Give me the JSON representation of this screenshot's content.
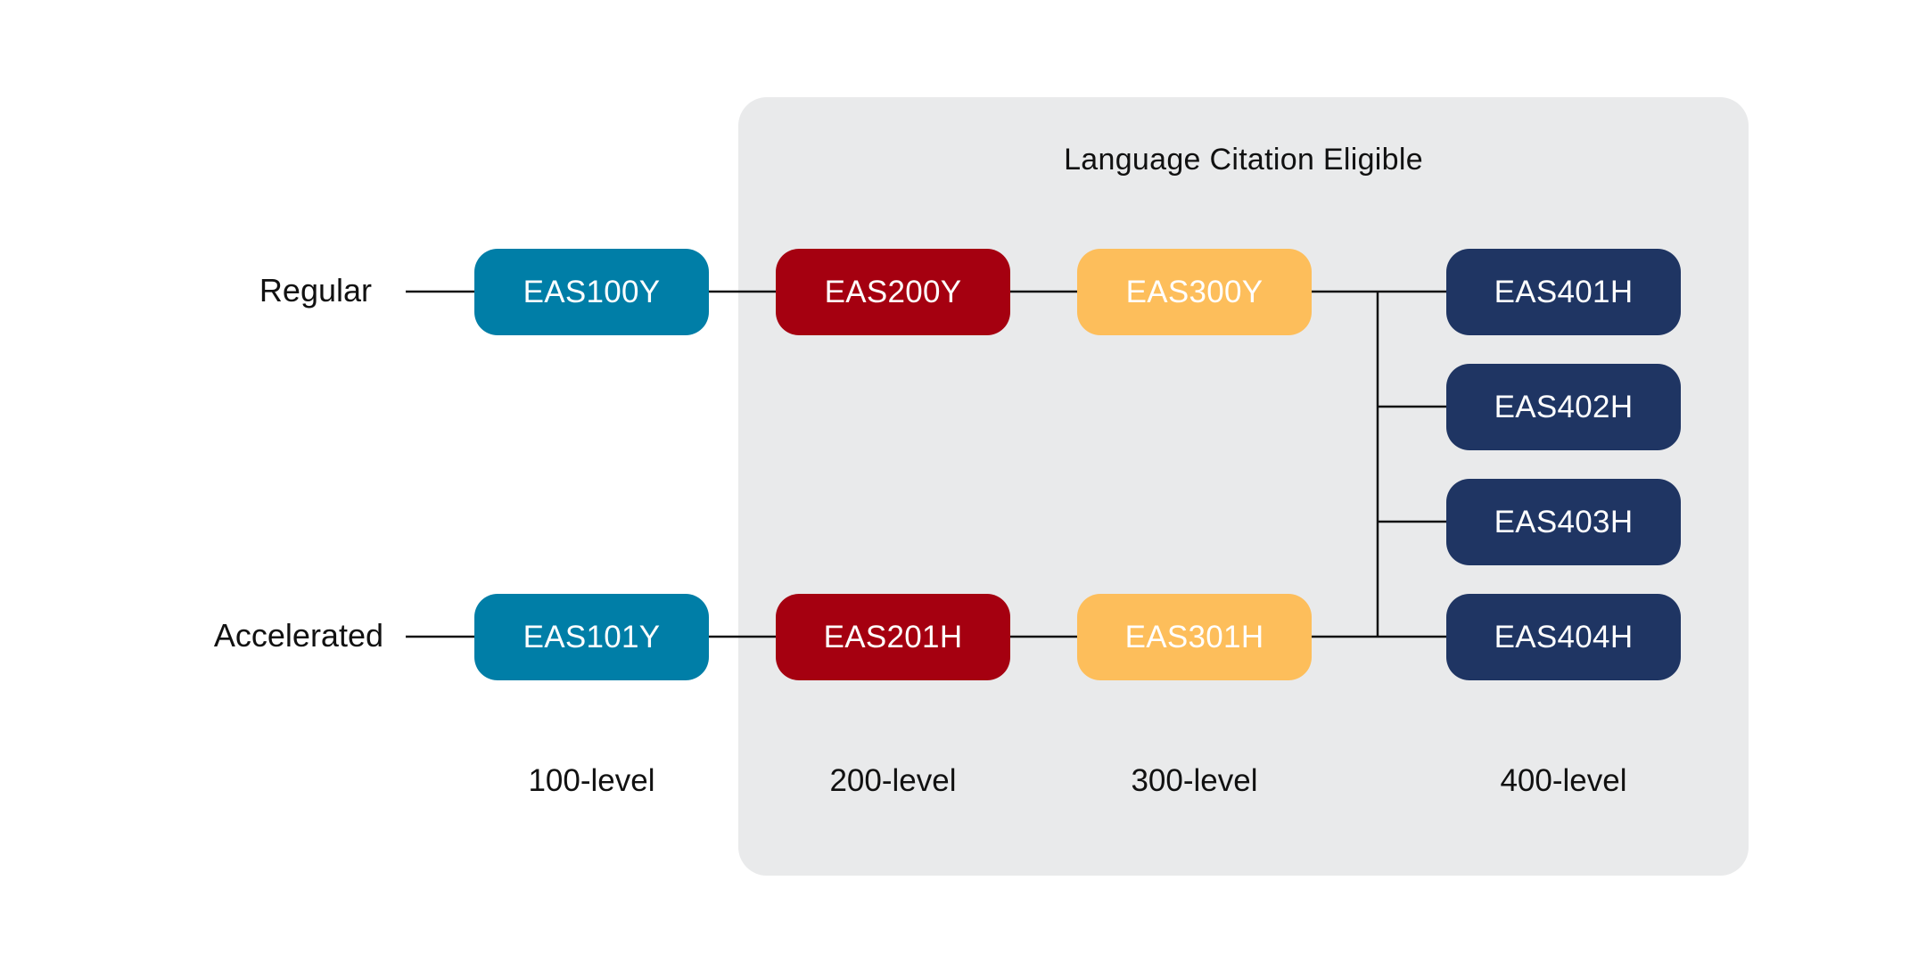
{
  "region": {
    "title": "Language Citation Eligible"
  },
  "rows": [
    {
      "label": "Regular"
    },
    {
      "label": "Accelerated"
    }
  ],
  "courses": {
    "eas100y": "EAS100Y",
    "eas101y": "EAS101Y",
    "eas200y": "EAS200Y",
    "eas201h": "EAS201H",
    "eas300y": "EAS300Y",
    "eas301h": "EAS301H",
    "eas401h": "EAS401H",
    "eas402h": "EAS402H",
    "eas403h": "EAS403H",
    "eas404h": "EAS404H"
  },
  "levels": [
    "100-level",
    "200-level",
    "300-level",
    "400-level"
  ],
  "colors": {
    "level100": "#007ea7",
    "level200": "#a50010",
    "level300": "#fdbe5b",
    "level400": "#1f3563",
    "region_bg": "#e9eaeb"
  }
}
